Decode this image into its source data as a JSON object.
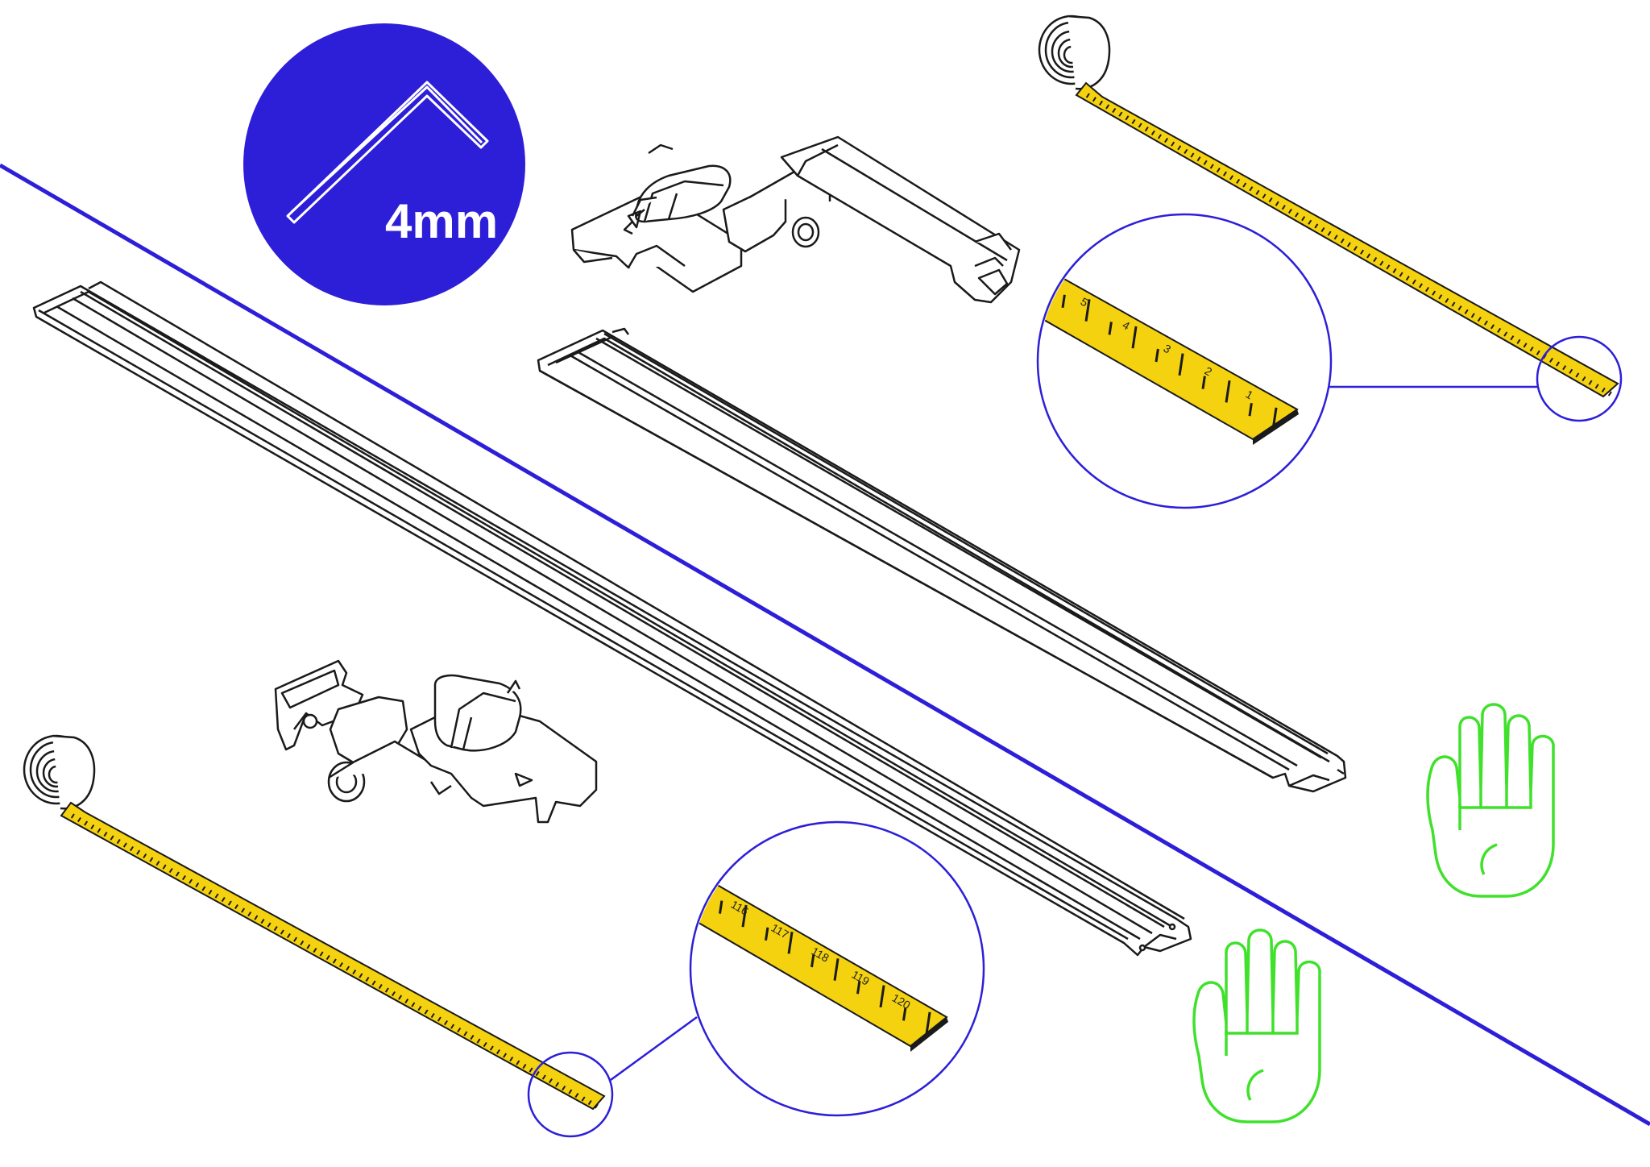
{
  "colors": {
    "accent_blue": "#2d1fd8",
    "tape_yellow": "#f5d20f",
    "hand_green": "#3fe12b",
    "line_dark": "#1a1a1a"
  },
  "tool_badge": {
    "icon": "hex-key-icon",
    "label": "4mm"
  },
  "tape_top_zoom": {
    "ticks": [
      "5",
      "4",
      "3",
      "2",
      "1"
    ]
  },
  "tape_bottom_zoom": {
    "ticks": [
      "116",
      "117",
      "118",
      "119",
      "120"
    ]
  },
  "hand_icons": [
    "stop-hand-icon",
    "stop-hand-icon"
  ]
}
